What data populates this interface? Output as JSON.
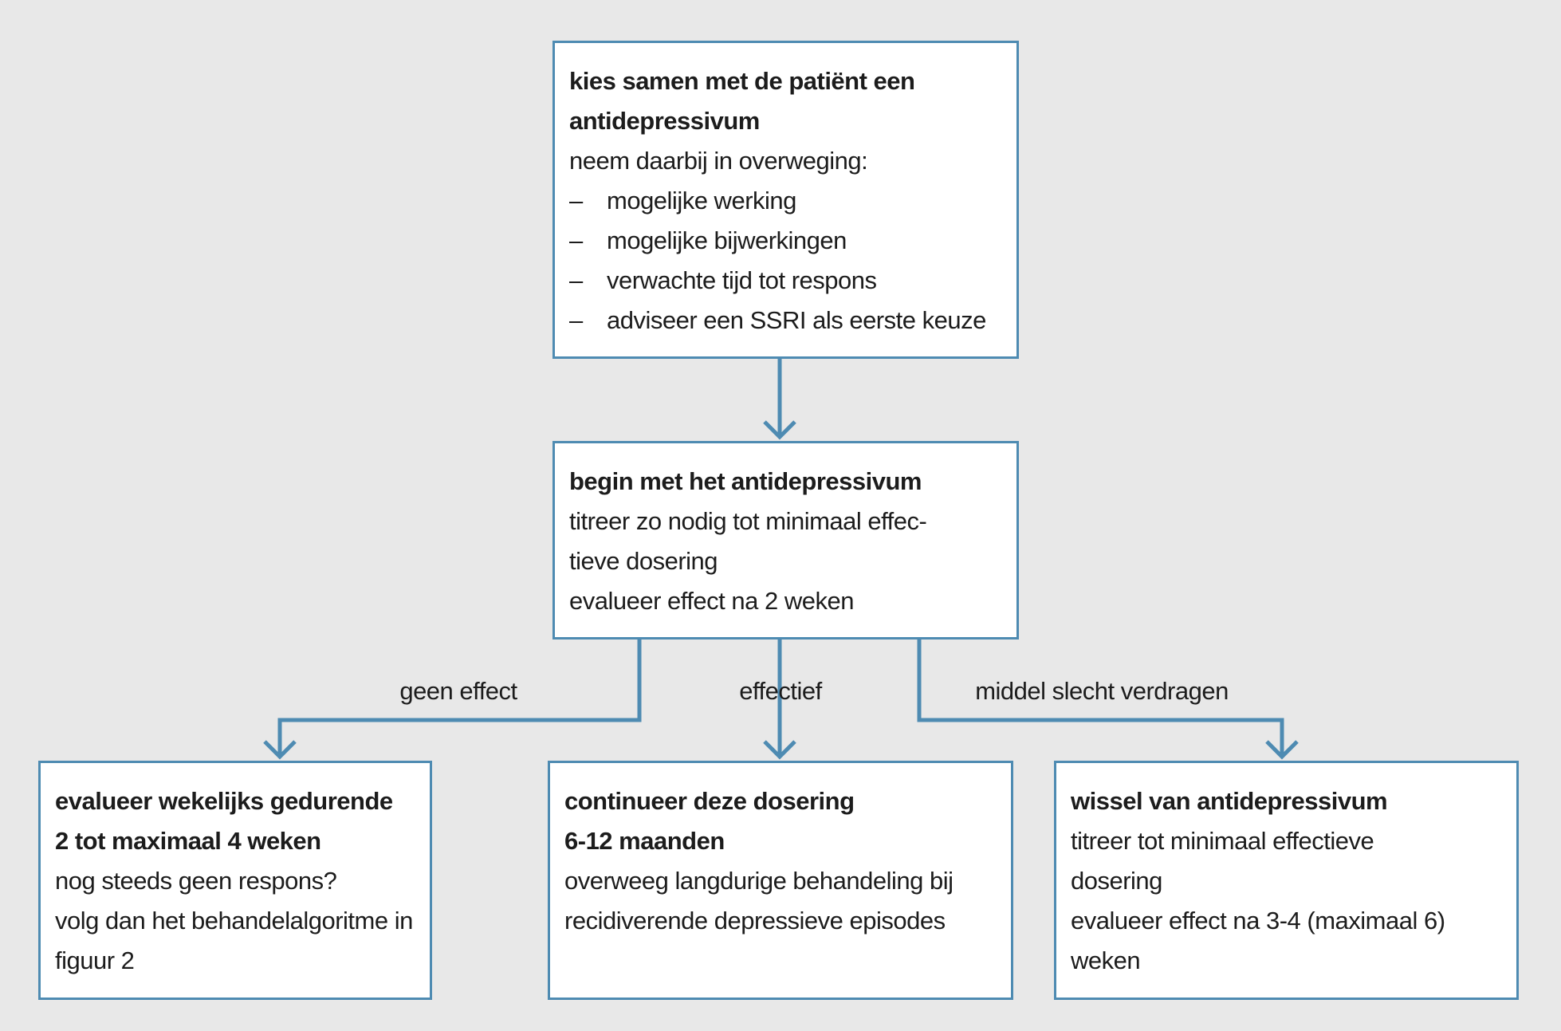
{
  "colors": {
    "background": "#e8e8e8",
    "box_fill": "#ffffff",
    "box_border": "#4e8bb2",
    "connector": "#4e8bb2",
    "text": "#1c1c1c"
  },
  "boxes": {
    "choose_antidepressant": {
      "title_line1": "kies samen met de patiënt een",
      "title_line2": "antidepressivum",
      "intro": "neem daarbij in overweging:",
      "bullet_marker": "–",
      "bullets": [
        "mogelijke werking",
        "mogelijke bijwerkingen",
        "verwachte tijd tot respons",
        "adviseer een SSRI als eerste keuze"
      ]
    },
    "start_antidepressant": {
      "title_line1": "begin met het antidepressivum",
      "body_lines": [
        "titreer zo nodig tot minimaal effec-",
        "tieve dosering",
        "evalueer effect na 2 weken"
      ]
    },
    "evaluate_weekly": {
      "title_line1": "evalueer wekelijks gedurende",
      "title_line2": "2 tot maximaal 4 weken",
      "body_lines": [
        "nog steeds geen respons?",
        "volg dan het behandelalgoritme in",
        "figuur 2"
      ]
    },
    "continue_dosing": {
      "title_line1": "continueer deze dosering",
      "title_line2": "6-12 maanden",
      "body_lines": [
        "overweeg langdurige behandeling bij",
        "recidiverende depressieve episodes"
      ]
    },
    "switch_antidepressant": {
      "title_line1": "wissel van antidepressivum",
      "body_lines": [
        "titreer tot minimaal effectieve",
        "dosering",
        "evalueer effect na 3-4 (maximaal 6)",
        "weken"
      ]
    }
  },
  "edge_labels": {
    "no_effect": "geen effect",
    "effective": "effectief",
    "poorly_tolerated": "middel slecht verdragen"
  }
}
